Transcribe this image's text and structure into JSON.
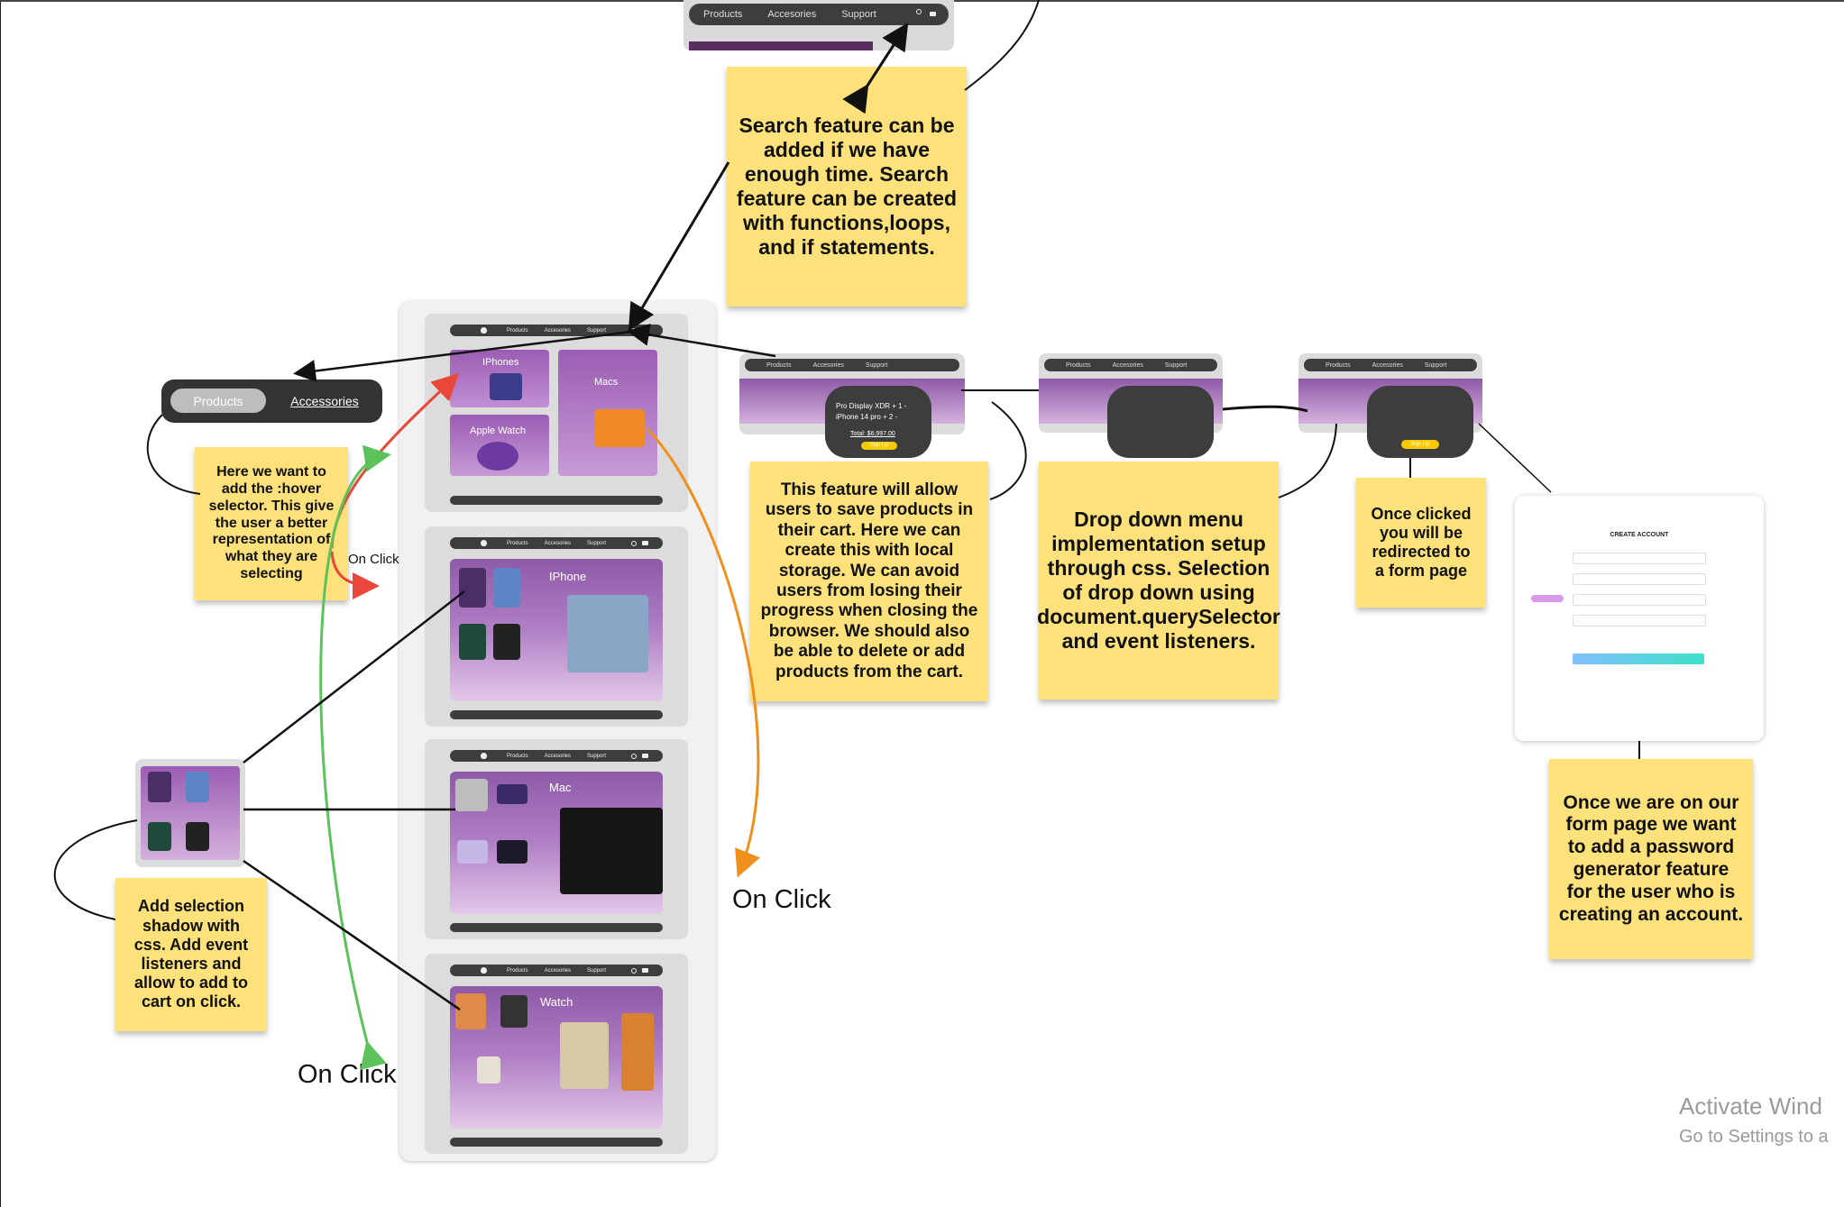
{
  "notes": {
    "search": "Search feature can be added if we have enough time. Search feature can be created with functions,loops, and if statements.",
    "hover": "Here we want to add the :hover selector. This give the user a better representation of what they are selecting",
    "cart": "This feature will allow users to save products in their cart. Here we can create this with local storage. We can avoid users from losing their progress when closing the browser. We should also be able to delete or add products from the cart.",
    "dropdown": "Drop down menu implementation setup through css. Selection of drop down using document.querySelector and event listeners.",
    "redirect": "Once clicked you will be redirected to a form page",
    "password": "Once we are on our form page we want to add a password generator feature for the user who is creating an account.",
    "selection": "Add selection shadow with css. Add event listeners and allow to add to cart on click."
  },
  "labels": {
    "on_click_small": "On Click",
    "on_click_right": "On Click",
    "on_click_bottom": "On Click"
  },
  "nav": {
    "products": "Products",
    "accessories": "Accesories",
    "support": "Support"
  },
  "dropdown_pill": {
    "products": "Products",
    "accessories": "Accessories"
  },
  "mock_titles": {
    "iphones": "IPhones",
    "macs": "Macs",
    "apple_watch": "Apple Watch",
    "iphone": "IPhone",
    "mac": "Mac",
    "watch": "Watch"
  },
  "cart_popup": {
    "line1": "Pro Display XDR + 1 -",
    "line2": "iPhone 14 pro + 2 -",
    "total": "Total: $6,997.00",
    "button": "Sign Up"
  },
  "form": {
    "title": "CREATE ACCOUNT"
  },
  "watermark": {
    "line1": "Activate Wind",
    "line2": "Go to Settings to a"
  }
}
